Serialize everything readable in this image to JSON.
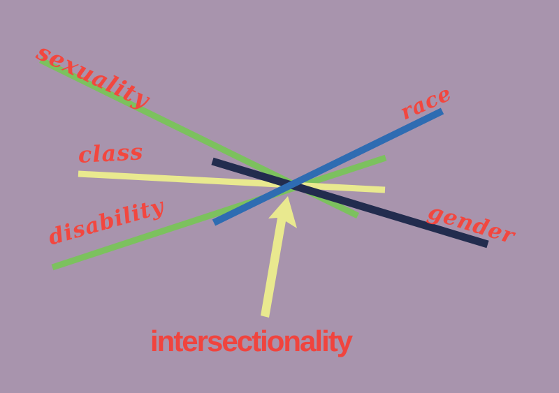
{
  "diagram": {
    "caption": "intersectionality",
    "axes": [
      {
        "id": "sexuality",
        "label": "sexuality",
        "color": "#7cc15e"
      },
      {
        "id": "class",
        "label": "class",
        "color": "#e9e98f"
      },
      {
        "id": "disability",
        "label": "disability",
        "color": "#7cc15e"
      },
      {
        "id": "race",
        "label": "race",
        "color": "#2e6cb2"
      },
      {
        "id": "gender",
        "label": "gender",
        "color": "#222c4e"
      }
    ],
    "colors": {
      "background": "#a894ad",
      "label_red": "#f2473f",
      "caption_red": "#f0443e",
      "arrow_yellow": "#e9e98f",
      "line_green": "#7cc15e",
      "line_yellow": "#e9e98f",
      "line_blue": "#2e6cb2",
      "line_navy": "#222c4e"
    }
  }
}
